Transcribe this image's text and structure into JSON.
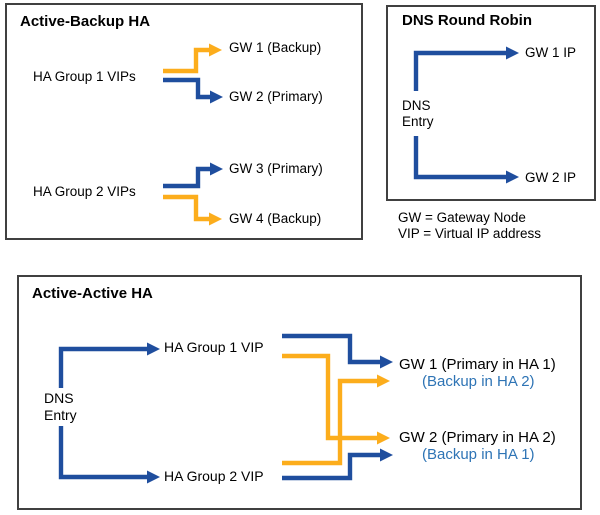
{
  "colors": {
    "arrow-blue": "#1F4E9E",
    "arrow-orange": "#FCAD1C",
    "backup-blue": "#2E74B5",
    "border": "#404040"
  },
  "active_backup": {
    "title": "Active-Backup HA",
    "group1_label": "HA Group 1 VIPs",
    "gw1_label": "GW 1 (Backup)",
    "gw2_label": "GW 2 (Primary)",
    "group2_label": "HA Group 2 VIPs",
    "gw3_label": "GW 3 (Primary)",
    "gw4_label": "GW 4 (Backup)"
  },
  "dns_round_robin": {
    "title": "DNS Round Robin",
    "dns_line1": "DNS",
    "dns_line2": "Entry",
    "gw1_ip_label": "GW 1 IP",
    "gw2_ip_label": "GW 2 IP"
  },
  "legend": {
    "line1": "GW = Gateway Node",
    "line2": "VIP = Virtual IP address"
  },
  "active_active": {
    "title": "Active-Active HA",
    "dns_line1": "DNS",
    "dns_line2": "Entry",
    "group1_label": "HA Group 1 VIP",
    "group2_label": "HA Group 2 VIP",
    "gw1_primary_label": "GW 1 (Primary in HA 1)",
    "gw1_backup_label": "(Backup in HA 2)",
    "gw2_primary_label": "GW 2 (Primary in HA 2)",
    "gw2_backup_label": "(Backup in HA 1)"
  }
}
